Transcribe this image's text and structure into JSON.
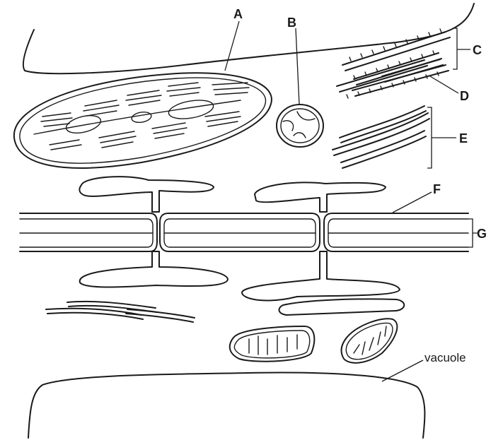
{
  "labels": {
    "A": "A",
    "B": "B",
    "C": "C",
    "D": "D",
    "E": "E",
    "F": "F",
    "G": "G",
    "vacuole": "vacuole"
  },
  "colors": {
    "ink": "#1a1a1a",
    "background": "#ffffff"
  }
}
